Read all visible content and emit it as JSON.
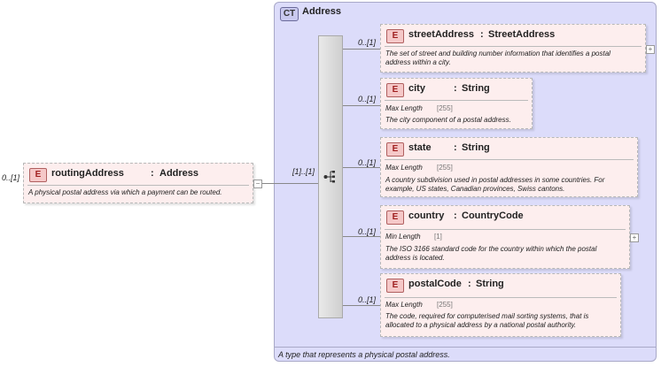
{
  "root": {
    "badge": "E",
    "multiplicity": "0..[1]",
    "name": "routingAddress",
    "sep": ":",
    "type": "Address",
    "description": "A physical postal address via which a payment can be routed.",
    "collapse": "−"
  },
  "complex_type": {
    "badge": "CT",
    "title": "Address",
    "description": "A type that represents a physical postal address.",
    "sequence_multiplicity": "[1]..[1]"
  },
  "elements": [
    {
      "badge": "E",
      "multiplicity": "0..[1]",
      "name": "streetAddress",
      "sep": ":",
      "type": "StreetAddress",
      "facet_key": "",
      "facet_value": "",
      "description_lines": [
        "The set of street and building number information that identifies a postal",
        "address within a city."
      ],
      "expand": "+"
    },
    {
      "badge": "E",
      "multiplicity": "0..[1]",
      "name": "city",
      "sep": ":",
      "type": "String",
      "facet_key": "Max Length",
      "facet_value": "[255]",
      "description_lines": [
        "The city component of a postal address."
      ],
      "expand": ""
    },
    {
      "badge": "E",
      "multiplicity": "0..[1]",
      "name": "state",
      "sep": ":",
      "type": "String",
      "facet_key": "Max Length",
      "facet_value": "[255]",
      "description_lines": [
        "A country subdivision used in postal addresses in some countries. For",
        "example, US states, Canadian provinces, Swiss cantons."
      ],
      "expand": ""
    },
    {
      "badge": "E",
      "multiplicity": "0..[1]",
      "name": "country",
      "sep": ":",
      "type": "CountryCode",
      "facet_key": "Min Length",
      "facet_value": "[1]",
      "description_lines": [
        "The ISO 3166 standard code for the country within which the postal",
        "address is located."
      ],
      "expand": "+"
    },
    {
      "badge": "E",
      "multiplicity": "0..[1]",
      "name": "postalCode",
      "sep": ":",
      "type": "String",
      "facet_key": "Max Length",
      "facet_value": "[255]",
      "description_lines": [
        "The code, required for computerised mail sorting systems, that is",
        "allocated to a physical address by a national postal authority."
      ],
      "expand": ""
    }
  ]
}
